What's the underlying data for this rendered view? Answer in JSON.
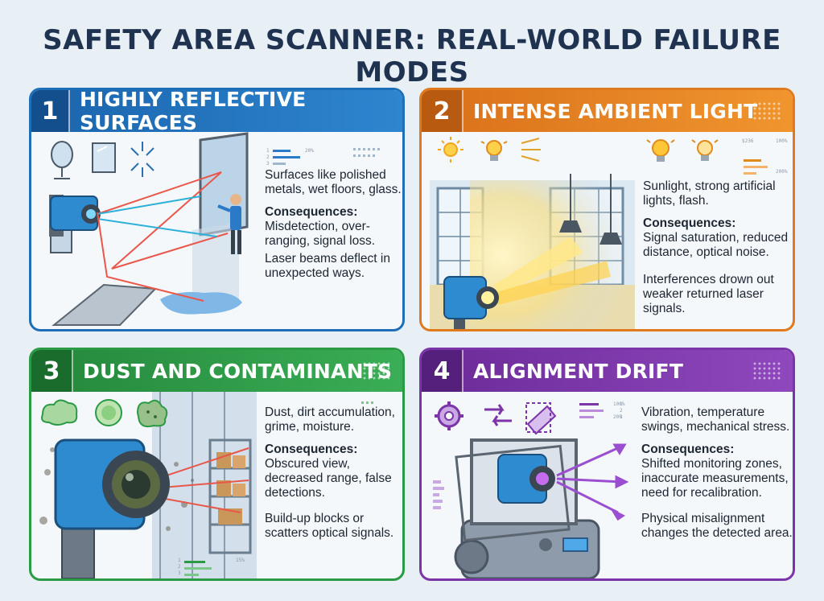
{
  "title": "SAFETY AREA SCANNER: REAL-WORLD FAILURE MODES",
  "cards": [
    {
      "number": "1",
      "title": "HIGHLY REFLECTIVE SURFACES",
      "description": "Surfaces like polished metals, wet floors, glass.",
      "consequences_label": "Consequences:",
      "consequences": "Misdetection, over-ranging, signal loss.",
      "note": "Laser beams deflect in unexpected ways.",
      "mini_labels": [
        "1",
        "2",
        "3",
        "20%"
      ]
    },
    {
      "number": "2",
      "title": "INTENSE AMBIENT LIGHT",
      "description": "Sunlight, strong artificial lights, flash.",
      "consequences_label": "Consequences:",
      "consequences": "Signal saturation, reduced distance, optical noise.",
      "note": "Interferences drown out weaker returned laser signals.",
      "mini_labels": [
        "$236",
        "100%",
        "200%"
      ]
    },
    {
      "number": "3",
      "title": "DUST AND CONTAMINANTS",
      "description": "Dust, dirt accumulation, grime, moisture.",
      "consequences_label": "Consequences:",
      "consequences": "Obscured view, decreased range, false detections.",
      "note": "Build-up blocks or scatters optical signals.",
      "mini_labels": [
        "1",
        "2",
        "3",
        "15%"
      ]
    },
    {
      "number": "4",
      "title": "ALIGNMENT DRIFT",
      "description": "Vibration, temperature swings, mechanical stress.",
      "consequences_label": "Consequences:",
      "consequences": "Shifted monitoring zones, inaccurate measurements, need for recalibration.",
      "note": "Physical misalignment changes the detected area.",
      "mini_labels": [
        "1",
        "2",
        "3",
        "100%",
        "20%"
      ]
    }
  ],
  "colors": {
    "card1": "#1e6fb8",
    "card2": "#e07a1c",
    "card3": "#2b9a45",
    "card4": "#7b35a8",
    "title": "#1f3350"
  },
  "icons": {
    "card1": [
      "mirror-icon",
      "glass-panel-icon",
      "scatter-icon",
      "scanner-icon",
      "person-icon",
      "puddle-icon"
    ],
    "card2": [
      "sun-icon",
      "bulb-icon",
      "flash-icon",
      "window-icon",
      "scanner-icon"
    ],
    "card3": [
      "dust-cloud-icon",
      "lens-icon",
      "grime-icon",
      "scanner-icon",
      "shelves-icon"
    ],
    "card4": [
      "gear-icon",
      "arrows-icon",
      "tilt-icon",
      "scanner-icon",
      "laser-arrow-icon"
    ]
  }
}
